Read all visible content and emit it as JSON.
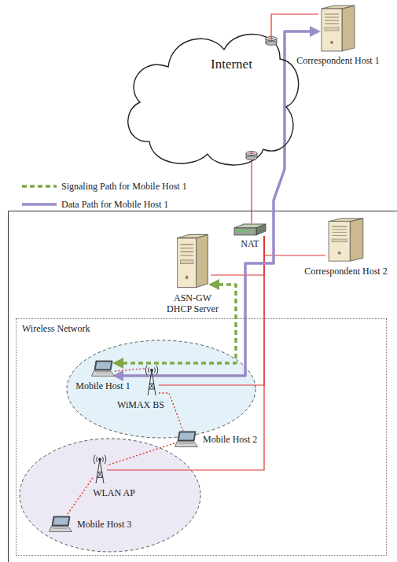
{
  "diagram": {
    "nodes": [
      {
        "text": [
          "Correspondent Host 1"
        ]
      },
      {
        "text": [
          "Internet"
        ]
      },
      {
        "text": [
          "NAT"
        ]
      },
      {
        "text": [
          "Correspondent Host 2"
        ]
      },
      {
        "text": [
          "ASN-GW DHCP Server"
        ]
      },
      {
        "text": [
          "Wireless Network"
        ]
      },
      {
        "text": [
          "Mobile Host 1"
        ],
        "in": 5
      },
      {
        "text": [
          "WiMAX BS"
        ],
        "in": 5
      },
      {
        "text": [
          "Mobile Host 2"
        ],
        "in": 5
      },
      {
        "text": [
          "WLAN AP"
        ],
        "in": 5
      },
      {
        "text": [
          "Mobile Host 3"
        ],
        "in": 5
      }
    ],
    "edges": [
      {
        "from": 1,
        "to": 0,
        "arrow": "none"
      },
      {
        "from": 2,
        "to": 1,
        "arrow": "none"
      },
      {
        "from": 2,
        "to": 3,
        "arrow": "none"
      },
      {
        "from": 2,
        "to": 4,
        "arrow": "none"
      },
      {
        "from": 2,
        "to": 7,
        "arrow": "none"
      },
      {
        "from": 2,
        "to": 9,
        "arrow": "none"
      },
      {
        "from": 6,
        "to": 7,
        "arrow": "none"
      },
      {
        "from": 7,
        "to": 8,
        "arrow": "none"
      },
      {
        "from": 8,
        "to": 9,
        "arrow": "none"
      },
      {
        "from": 9,
        "to": 10,
        "arrow": "none"
      },
      {
        "from": 4,
        "to": 6,
        "arrow": "both"
      },
      {
        "from": 6,
        "to": 0,
        "arrow": "both"
      }
    ],
    "legend": [
      {
        "text": "Signaling Path for Mobile Host 1"
      },
      {
        "text": "Data Path for Mobile Host 1"
      }
    ]
  }
}
